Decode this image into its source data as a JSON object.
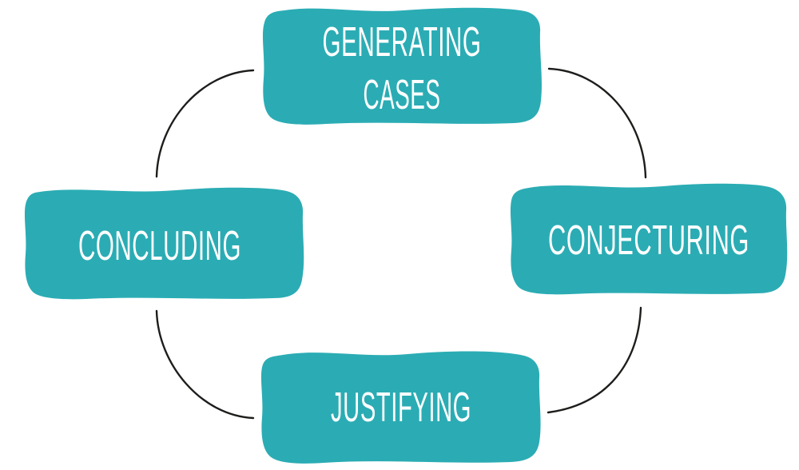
{
  "diagram": {
    "type": "cycle",
    "background_color": "#ffffff",
    "node_fill_color": "#2bacb4",
    "label_color": "#ffffff",
    "connector_color": "#1d1d1b",
    "nodes": [
      {
        "id": "generating-cases",
        "label": "GENERATING CASES",
        "line1": "GENERATING",
        "line2": "CASES",
        "position": "top"
      },
      {
        "id": "conjecturing",
        "label": "CONJECTURING",
        "position": "right"
      },
      {
        "id": "justifying",
        "label": "JUSTIFYING",
        "position": "bottom"
      },
      {
        "id": "concluding",
        "label": "CONCLUDING",
        "position": "left"
      }
    ],
    "connections": [
      {
        "between": [
          "concluding",
          "generating-cases"
        ],
        "corner": "top-left"
      },
      {
        "between": [
          "generating-cases",
          "conjecturing"
        ],
        "corner": "top-right"
      },
      {
        "between": [
          "conjecturing",
          "justifying"
        ],
        "corner": "bottom-right"
      },
      {
        "between": [
          "justifying",
          "concluding"
        ],
        "corner": "bottom-left"
      }
    ]
  }
}
